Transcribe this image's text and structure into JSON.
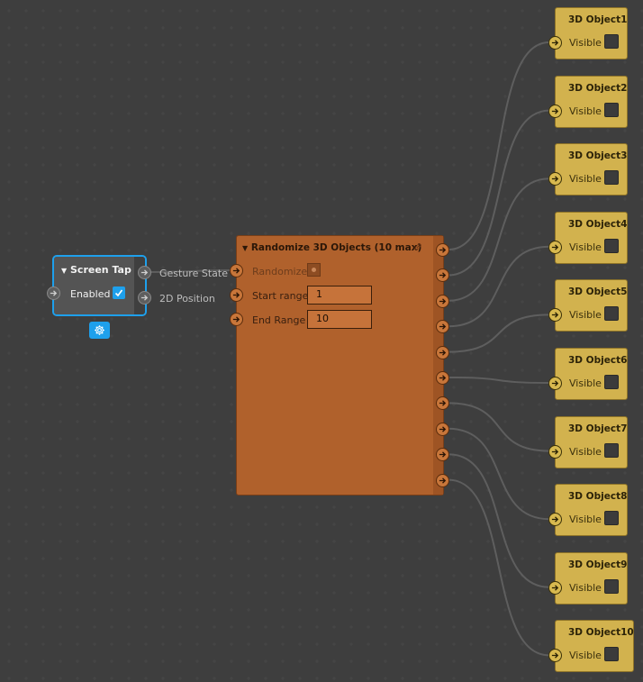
{
  "screen_tap": {
    "title": "Screen Tap",
    "enabled_label": "Enabled",
    "enabled_checked": true,
    "outputs": [
      "Gesture State",
      "2D Position"
    ],
    "settings_icon": "gear-icon"
  },
  "randomize": {
    "title": "Randomize 3D Objects (10 max)",
    "link_icon": "link-icon",
    "randomize_label": "Randomize",
    "start_label": "Start range",
    "start_value": "1",
    "end_label": "End Range",
    "end_value": "10",
    "output_count": 10
  },
  "objects": [
    {
      "title": "3D Object1",
      "label": "Visible"
    },
    {
      "title": "3D Object2",
      "label": "Visible"
    },
    {
      "title": "3D Object3",
      "label": "Visible"
    },
    {
      "title": "3D Object4",
      "label": "Visible"
    },
    {
      "title": "3D Object5",
      "label": "Visible"
    },
    {
      "title": "3D Object6",
      "label": "Visible"
    },
    {
      "title": "3D Object7",
      "label": "Visible"
    },
    {
      "title": "3D Object8",
      "label": "Visible"
    },
    {
      "title": "3D Object9",
      "label": "Visible"
    },
    {
      "title": "3D Object10",
      "label": "Visible"
    }
  ],
  "colors": {
    "canvas": "#343434",
    "selection": "#1ea0ec",
    "logic_node": "#b0612c",
    "object_node": "#d2b24e",
    "wire": "#5e5e5e"
  }
}
